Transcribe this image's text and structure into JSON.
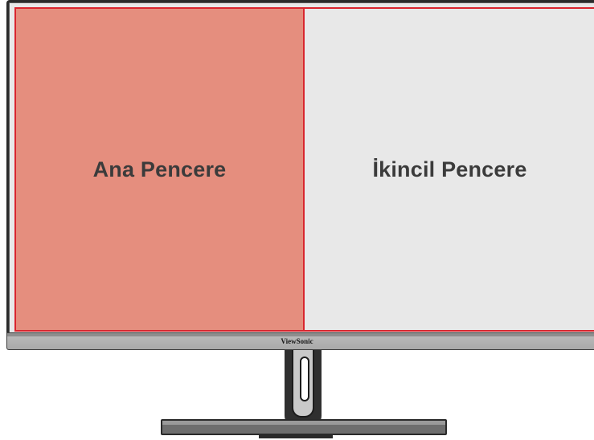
{
  "screen": {
    "main_window_label": "Ana Pencere",
    "secondary_window_label": "İkincil Pencere",
    "main_window_color": "#e58e7e",
    "secondary_window_color": "#e8e8e8",
    "border_color": "#d9252e"
  },
  "monitor": {
    "brand_label": "ViewSonic"
  }
}
